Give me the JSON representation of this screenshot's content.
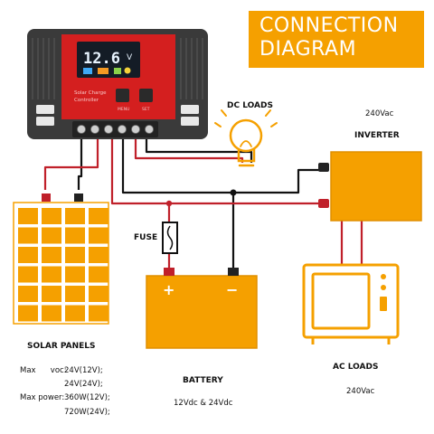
{
  "title": {
    "line1": "CONNECTION",
    "line2": "DIAGRAM"
  },
  "controller": {
    "display_value": "12.6",
    "display_unit": "V",
    "brand_line1": "Solar Charge",
    "brand_line2": "Controller",
    "button_labels": [
      "MENU",
      "SET"
    ]
  },
  "labels": {
    "dc_loads": "DC LOADS",
    "inverter": "INVERTER",
    "inverter_voltage": "240Vac",
    "fuse": "FUSE",
    "battery": "BATTERY",
    "battery_voltage": "12Vdc & 24Vdc",
    "ac_loads": "AC LOADS",
    "ac_voltage": "240Vac",
    "solar_panels": "SOLAR PANELS",
    "battery_plus": "+",
    "battery_minus": "−"
  },
  "specs": {
    "voc_label": "Max      voc:",
    "voc_12": "24V(12V);",
    "voc_24": "24V(24V);",
    "power_label": "Max power:",
    "power_12": "360W(12V);",
    "power_24": "720W(24V);"
  },
  "colors": {
    "accent": "#f5a000",
    "controller_red": "#d41f1f",
    "controller_dark": "#3a3a3a",
    "wire_red": "#c0202a",
    "wire_black": "#111111"
  }
}
